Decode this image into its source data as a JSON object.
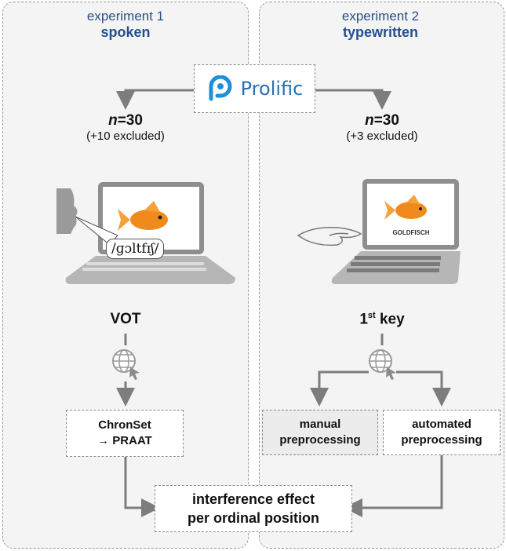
{
  "experiment1": {
    "label": "experiment 1",
    "mode": "spoken",
    "n_label": "n",
    "n_value": "=30",
    "excluded": "(+10 excluded)",
    "measure": "VOT",
    "ipa": "/ɡɔltfɪʃ/"
  },
  "experiment2": {
    "label": "experiment 2",
    "mode": "typewritten",
    "n_label": "n",
    "n_value": "=30",
    "excluded": "(+3 excluded)",
    "measure_prefix": "1",
    "measure_sup": "st",
    "measure_suffix": " key",
    "screen_word": "GOLDFISCH"
  },
  "platform": {
    "name": "Prolific"
  },
  "steps": {
    "chronset_line1": "ChronSet",
    "chronset_line2": "→ PRAAT",
    "manual_line1": "manual",
    "manual_line2": "preprocessing",
    "automated_line1": "automated",
    "automated_line2": "preprocessing",
    "result_line1": "interference effect",
    "result_line2": "per ordinal position"
  },
  "colors": {
    "accent": "#2b4f86",
    "prolific_blue": "#1f8fd6",
    "arrow": "#7d7d7d",
    "fish": "#f08a1c"
  },
  "icons": [
    "prolific-logo-icon",
    "laptop-icon",
    "goldfish-icon",
    "face-silhouette-icon",
    "hand-icon",
    "web-cursor-icon"
  ]
}
